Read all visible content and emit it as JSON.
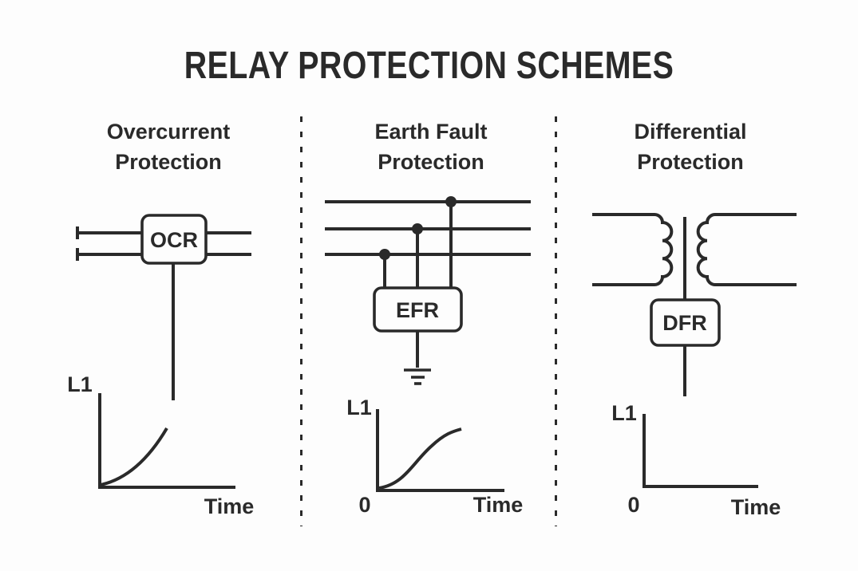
{
  "title": "RELAY PROTECTION SCHEMES",
  "colors": {
    "ink": "#2a2a2a",
    "background": "#fdfdfd"
  },
  "panels": [
    {
      "title_line1": "Overcurrent",
      "title_line2": "Protection",
      "relay_label": "OCR",
      "circuit_icon": "two-wire-feeder-through-relay",
      "graph": {
        "y_axis_label": "L1",
        "x_axis_label": "Time",
        "origin_label": "",
        "curve_shape": "exponential-rise"
      }
    },
    {
      "title_line1": "Earth Fault",
      "title_line2": "Protection",
      "relay_label": "EFR",
      "circuit_icon": "three-phase-bus-tapped-to-relay-with-ground",
      "graph": {
        "y_axis_label": "L1",
        "x_axis_label": "Time",
        "origin_label": "0",
        "curve_shape": "s-curve-rise"
      }
    },
    {
      "title_line1": "Differential",
      "title_line2": "Protection",
      "relay_label": "DFR",
      "circuit_icon": "transformer-windings-with-core-to-relay",
      "graph": {
        "y_axis_label": "L1",
        "x_axis_label": "Time",
        "origin_label": "0",
        "curve_shape": "none"
      }
    }
  ]
}
